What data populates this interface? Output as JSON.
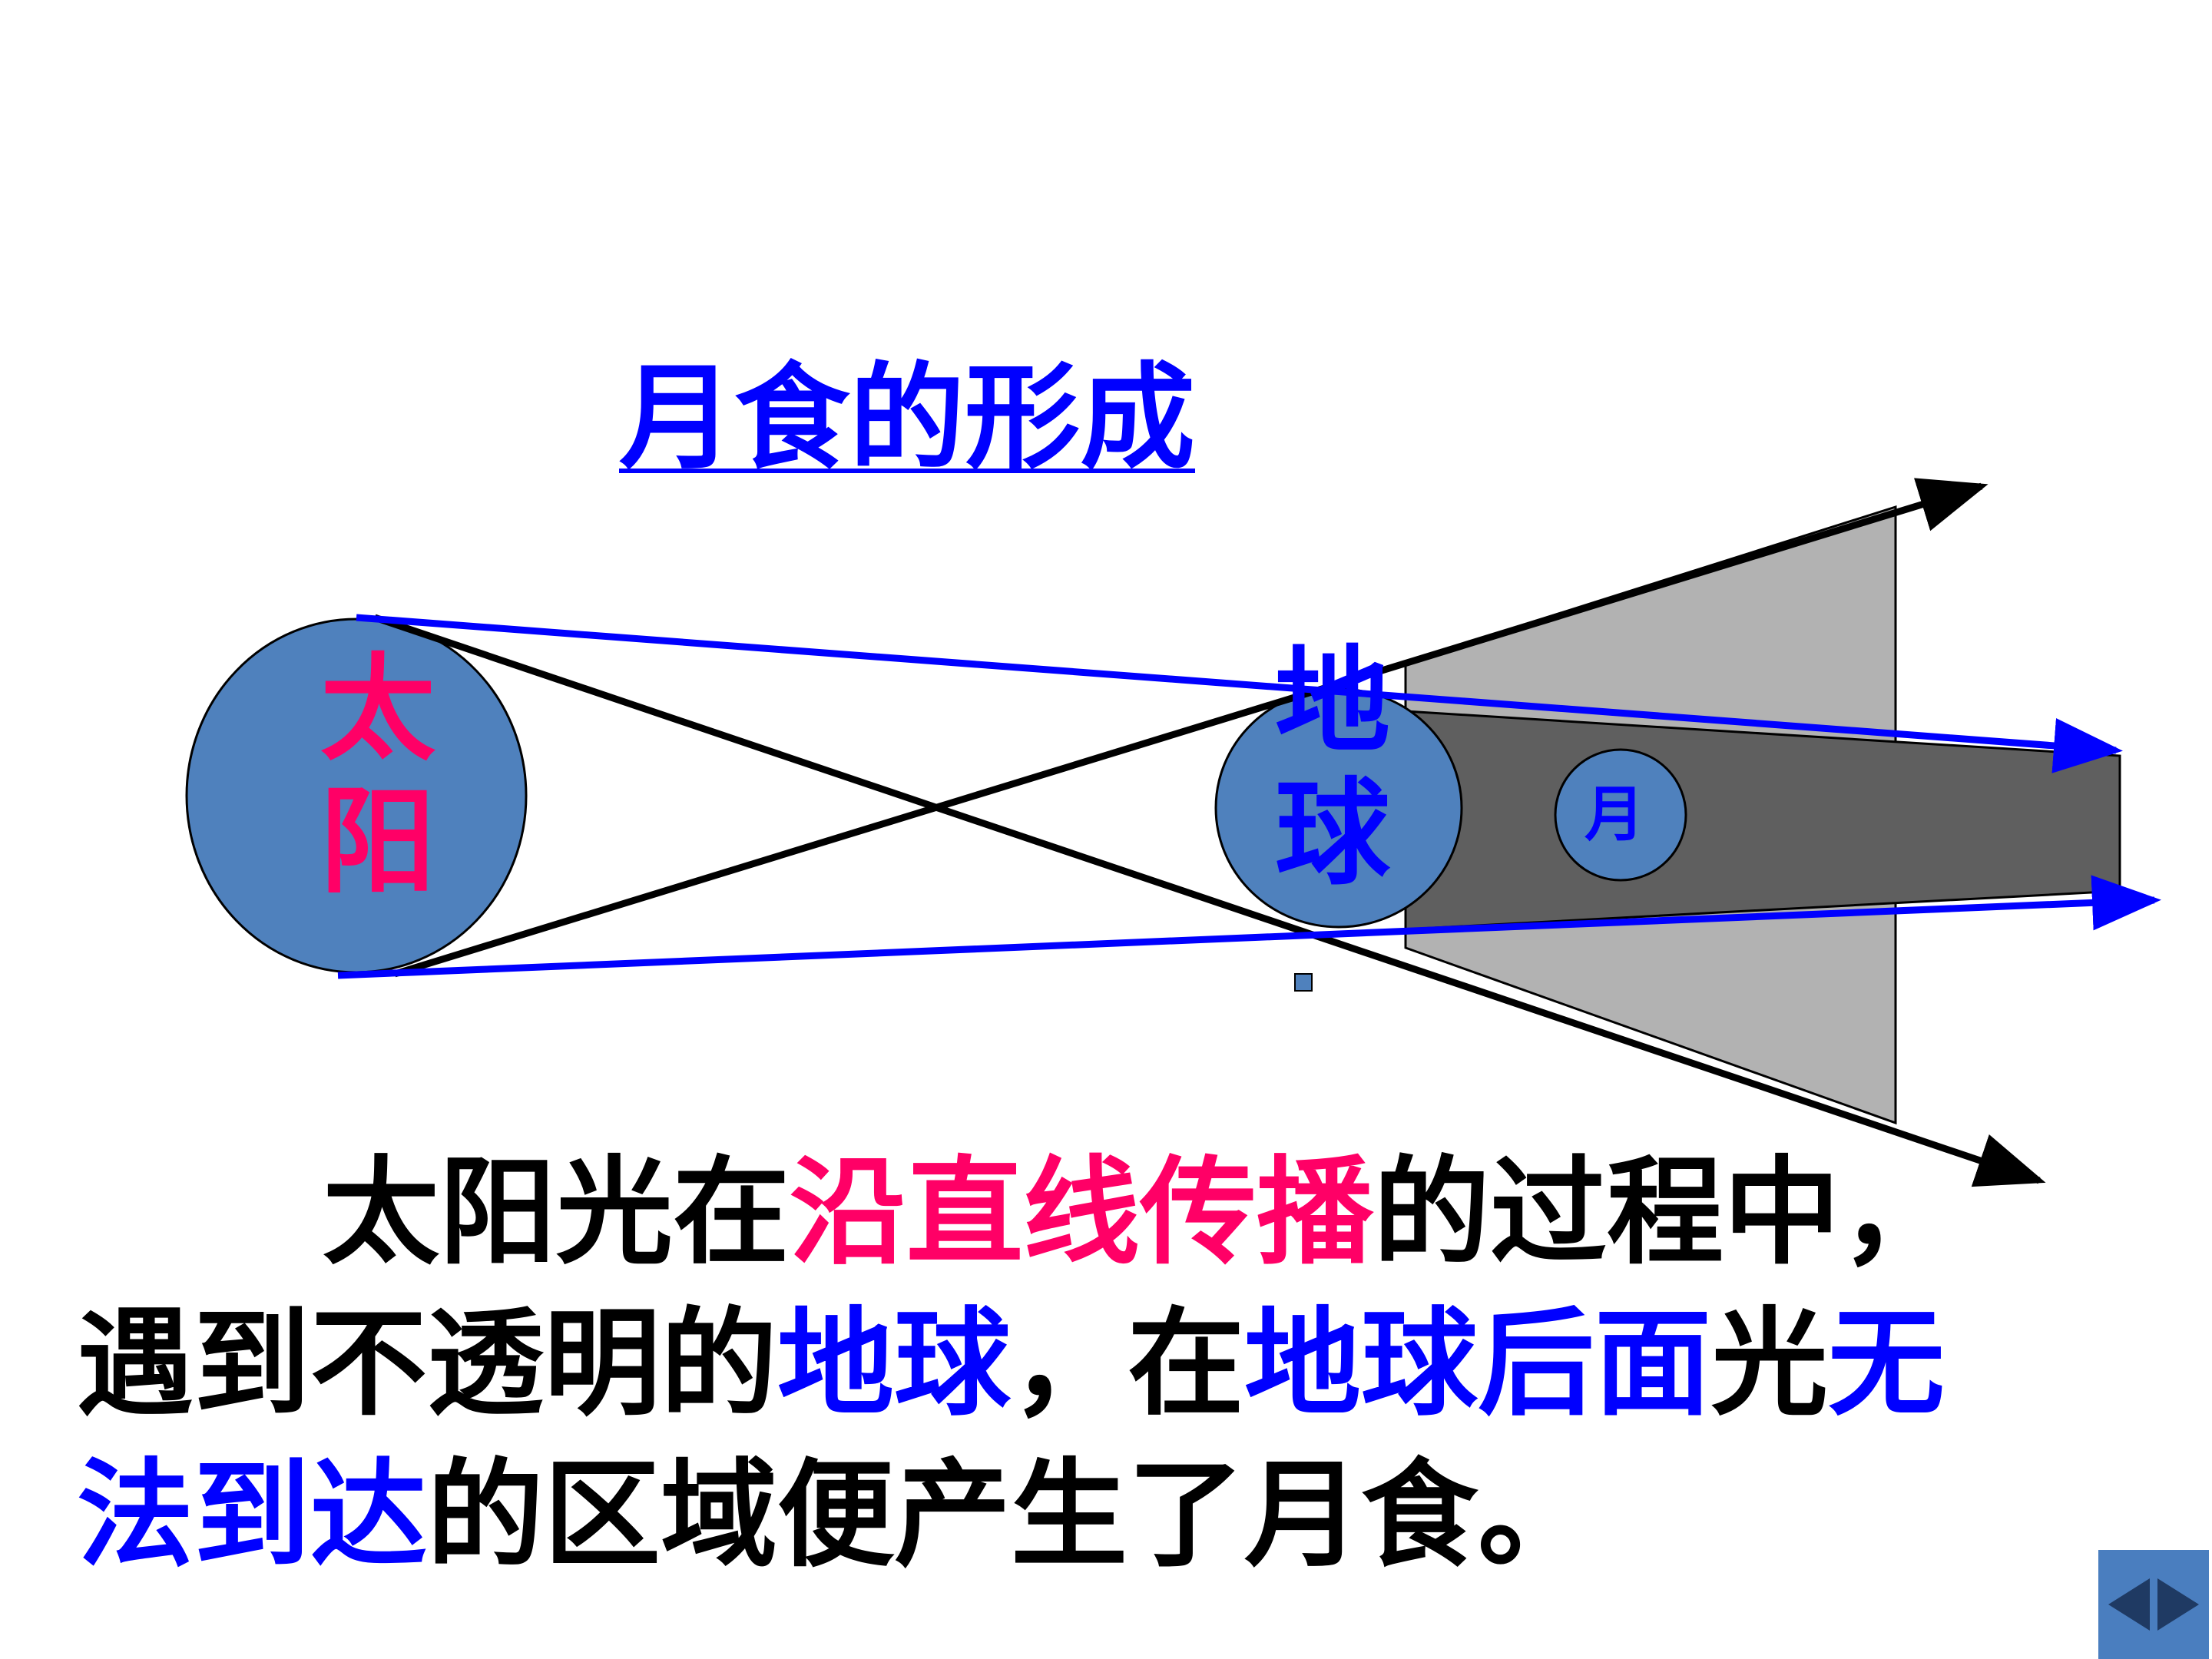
{
  "title": "月食的形成",
  "labels": {
    "sun": "太阳",
    "earth": "地球",
    "moon": "月"
  },
  "caption": {
    "line1": [
      {
        "text": "太阳光在",
        "color": "#000000"
      },
      {
        "text": "沿直线传播",
        "color": "#ff0066"
      },
      {
        "text": "的过程中，",
        "color": "#000000"
      }
    ],
    "line2": [
      {
        "text": "遇到不透明的",
        "color": "#000000"
      },
      {
        "text": "地球",
        "color": "#0000ff"
      },
      {
        "text": "，在",
        "color": "#000000"
      },
      {
        "text": "地球后面",
        "color": "#0000ff"
      },
      {
        "text": "光",
        "color": "#000000"
      },
      {
        "text": "无",
        "color": "#0000ff"
      }
    ],
    "line3": [
      {
        "text": "法到达",
        "color": "#0000ff"
      },
      {
        "text": "的区域便产生了月食。",
        "color": "#000000"
      }
    ]
  },
  "colors": {
    "body_fill": "#4f81bd",
    "umbra": "#5f5f5f",
    "penumbra": "#b2b2b2",
    "sun_label": "#ff0066",
    "earth_label": "#0000ff",
    "moon_label": "#0000ff",
    "blue_ray": "#0000ff",
    "black_ray": "#000000"
  },
  "icons": {
    "prev": "triangle-left-icon",
    "next": "triangle-right-icon"
  }
}
